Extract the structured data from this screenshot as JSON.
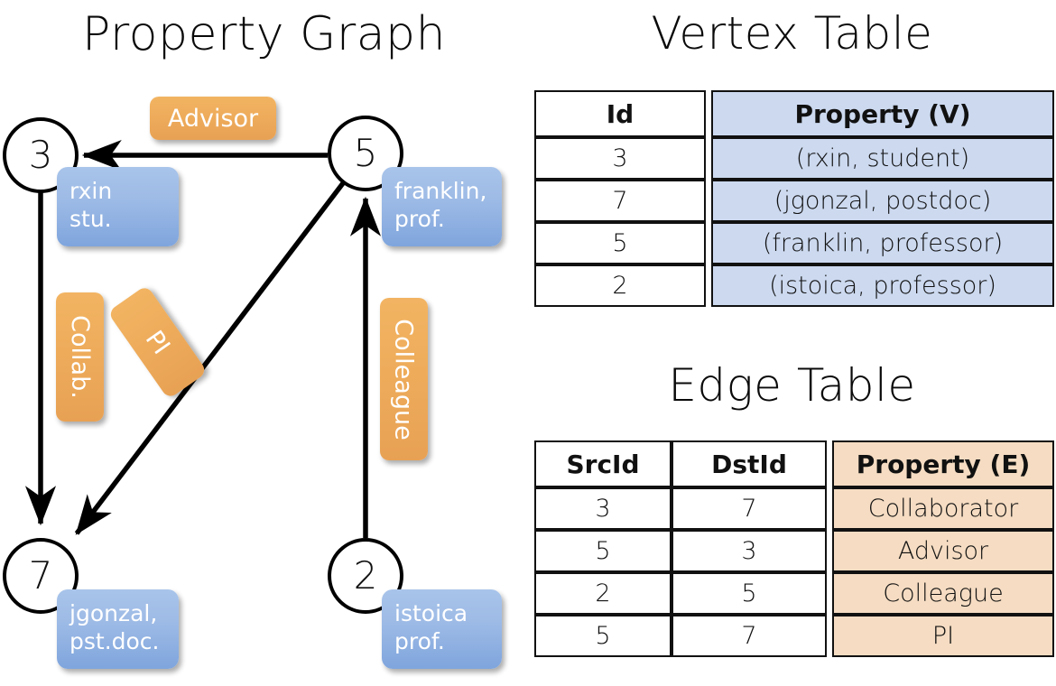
{
  "titles": {
    "property_graph": "Property Graph",
    "vertex_table": "Vertex Table",
    "edge_table": "Edge Table"
  },
  "graph": {
    "nodes": [
      {
        "id": "3",
        "property": "rxin\nstu."
      },
      {
        "id": "5",
        "property": "franklin,\nprof."
      },
      {
        "id": "7",
        "property": "jgonzal,\npst.doc."
      },
      {
        "id": "2",
        "property": "istoica\nprof."
      }
    ],
    "edge_labels": [
      {
        "name": "advisor",
        "text": "Advisor"
      },
      {
        "name": "collab",
        "text": "Collab."
      },
      {
        "name": "pi",
        "text": "PI"
      },
      {
        "name": "colleague",
        "text": "Colleague"
      }
    ],
    "edges": [
      {
        "src": "5",
        "dst": "3",
        "label": "Advisor"
      },
      {
        "src": "3",
        "dst": "7",
        "label": "Collab."
      },
      {
        "src": "5",
        "dst": "7",
        "label": "PI"
      },
      {
        "src": "2",
        "dst": "5",
        "label": "Colleague"
      }
    ]
  },
  "vertex_table": {
    "headers": [
      "Id",
      "Property (V)"
    ],
    "rows": [
      {
        "id": "3",
        "property": "(rxin, student)"
      },
      {
        "id": "7",
        "property": "(jgonzal, postdoc)"
      },
      {
        "id": "5",
        "property": "(franklin, professor)"
      },
      {
        "id": "2",
        "property": "(istoica, professor)"
      }
    ]
  },
  "edge_table": {
    "headers": [
      "SrcId",
      "DstId",
      "Property (E)"
    ],
    "rows": [
      {
        "src": "3",
        "dst": "7",
        "property": "Collaborator"
      },
      {
        "src": "5",
        "dst": "3",
        "property": "Advisor"
      },
      {
        "src": "2",
        "dst": "5",
        "property": "Colleague"
      },
      {
        "src": "5",
        "dst": "7",
        "property": "PI"
      }
    ]
  },
  "colors": {
    "vertex_property_fill": "#ccd9ef",
    "edge_property_fill": "#f5dcc2",
    "node_bubble_blue": "#9ebbe6",
    "edge_chip_orange": "#eeac5b",
    "stroke": "#111111",
    "background": "#ffffff"
  }
}
